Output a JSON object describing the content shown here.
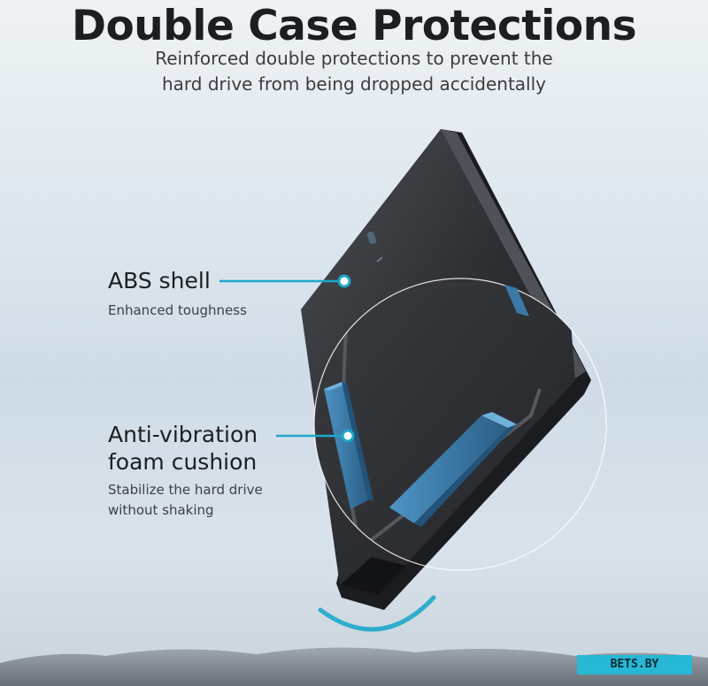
{
  "title": "Double Case Protections",
  "subtitle": {
    "line1": "Reinforced double protections to prevent the",
    "line2": "hard drive from being dropped accidentally"
  },
  "features": [
    {
      "title_lines": [
        "ABS shell"
      ],
      "desc_lines": [
        "Enhanced toughness"
      ]
    },
    {
      "title_lines": [
        "Anti-vibration",
        "foam cushion"
      ],
      "desc_lines": [
        "Stabilize the hard drive",
        "without shaking"
      ]
    }
  ],
  "watermark": "BETS.BY",
  "colors": {
    "accent": "#1ea7c9",
    "drive_body": "#2a2c30",
    "foam": "#3c7fae"
  }
}
